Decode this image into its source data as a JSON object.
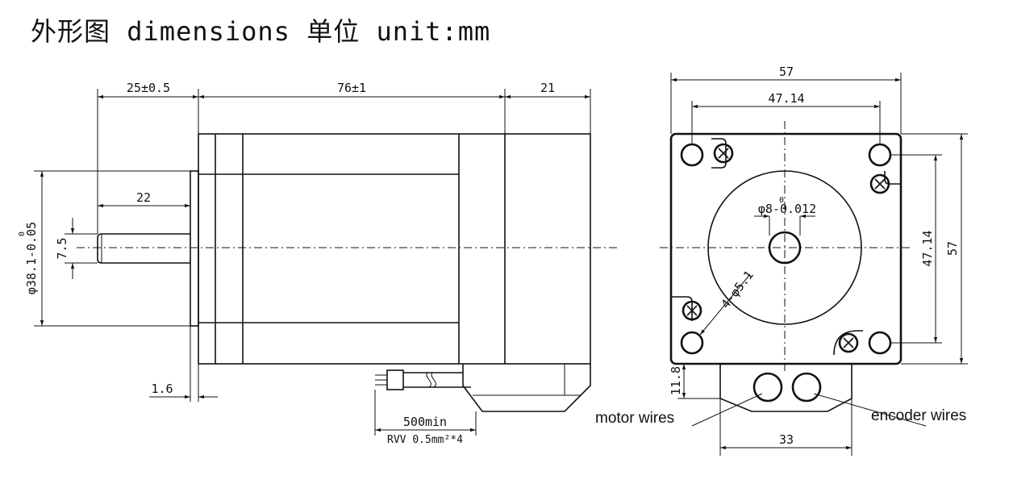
{
  "title": "外形图 dimensions  单位 unit:mm",
  "side_view": {
    "dim_shaft_length": "25±0.5",
    "dim_body_length": "76±1",
    "dim_rear_length": "21",
    "dim_key_length": "22",
    "dim_shaft_flat": "7.5",
    "dim_pilot_dia": "φ38.1-0.05",
    "dim_pilot_tol_upper": "0",
    "dim_flange_thickness": "1.6",
    "dim_cable_length": "500min",
    "cable_spec": "RVV 0.5mm²*4"
  },
  "front_view": {
    "dim_width": "57",
    "dim_hole_pitch_h": "47.14",
    "dim_hole_pitch_v": "47.14",
    "dim_height": "57",
    "dim_shaft_dia": "φ8-0.012",
    "dim_shaft_tol_upper": "0",
    "dim_holes": "4-φ5.1",
    "dim_boss_height": "11.8",
    "dim_boss_width": "33",
    "label_motor_wires": "motor wires",
    "label_encoder_wires": "encoder wires"
  }
}
